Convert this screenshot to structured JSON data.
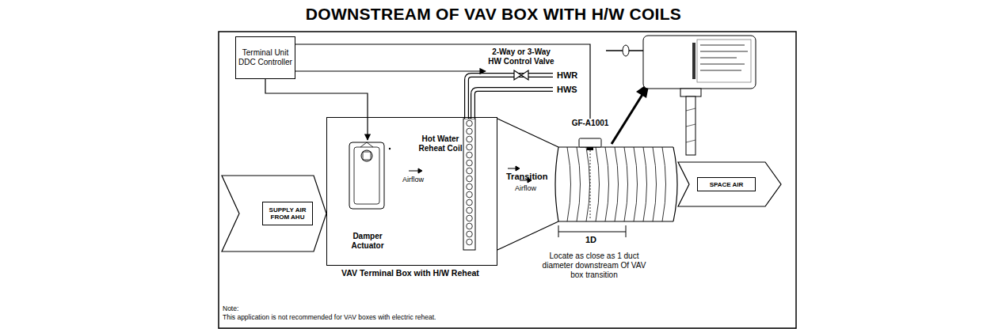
{
  "diagram": {
    "title": "DOWNSTREAM OF VAV BOX WITH H/W COILS",
    "nodes": [
      {
        "text": [
          "Terminal Unit DDC Controller"
        ]
      },
      {
        "text": [
          "SUPPLY AIR FROM AHU"
        ]
      },
      {
        "text": [
          "VAV Terminal Box with H/W Reheat"
        ]
      },
      {
        "text": [
          "Damper Actuator"
        ],
        "in": 2
      },
      {
        "text": [
          "2-Way or 3-Way HW Control Valve"
        ]
      },
      {
        "text": [
          "GF-A1001"
        ]
      },
      {
        "text": [
          "SPACE AIR"
        ]
      }
    ],
    "edges": [
      {
        "from": 0,
        "to": 3,
        "arrow": "to"
      },
      {
        "from": 0,
        "to": 4,
        "arrow": "to"
      },
      {
        "from": 0,
        "to": 5,
        "arrow": "none"
      }
    ],
    "labels": [
      "Hot Water Reheat Coil",
      "HWR",
      "HWS",
      "Airflow",
      "Transition",
      "Airflow",
      "1D",
      "Locate as close as 1 duct diameter downstream Of VAV box transition",
      "Note:",
      "This application is not recommended for VAV boxes with electric reheat."
    ]
  }
}
